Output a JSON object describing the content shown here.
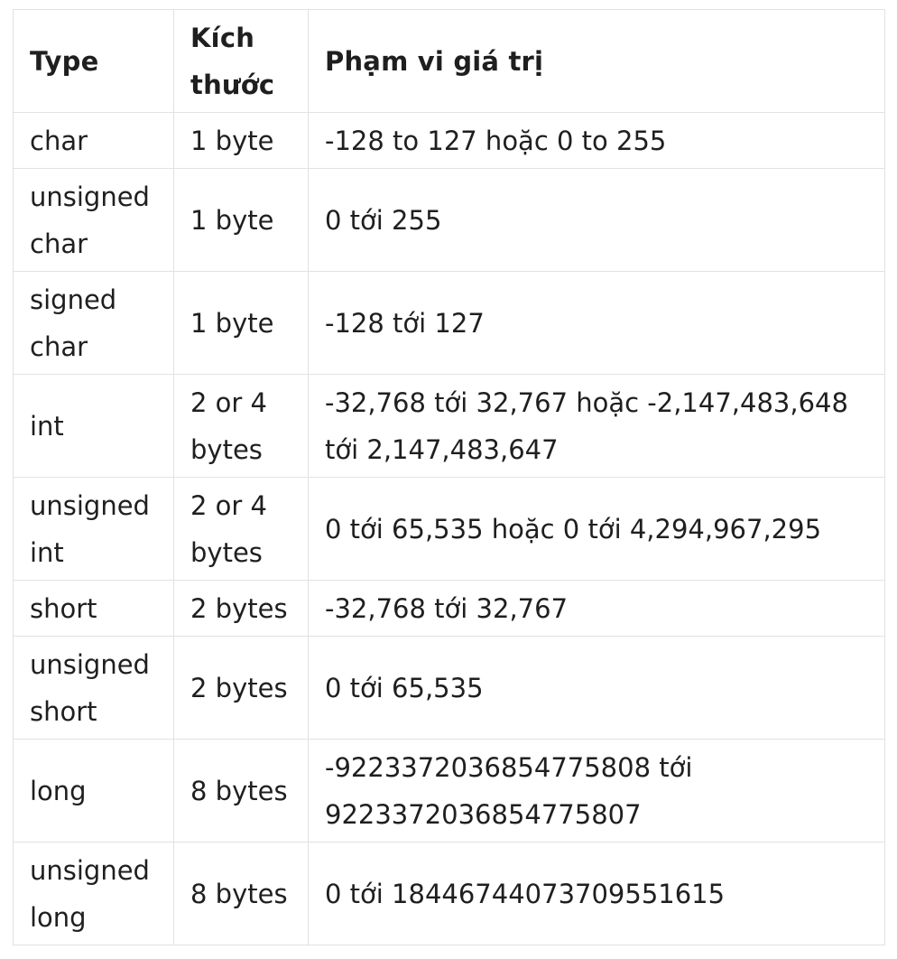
{
  "table": {
    "headers": [
      "Type",
      "Kích thước",
      "Phạm vi giá trị"
    ],
    "rows": [
      [
        "char",
        "1 byte",
        "-128 to 127 hoặc 0 to 255"
      ],
      [
        "unsigned char",
        "1 byte",
        "0 tới 255"
      ],
      [
        "signed char",
        "1 byte",
        "-128 tới 127"
      ],
      [
        "int",
        "2 or 4 bytes",
        "-32,768 tới 32,767 hoặc -2,147,483,648 tới 2,147,483,647"
      ],
      [
        "unsigned int",
        "2 or 4 bytes",
        "0 tới 65,535 hoặc 0 tới 4,294,967,295"
      ],
      [
        "short",
        "2 bytes",
        "-32,768 tới 32,767"
      ],
      [
        "unsigned short",
        "2 bytes",
        "0 tới 65,535"
      ],
      [
        "long",
        "8 bytes",
        "-9223372036854775808 tới 9223372036854775807"
      ],
      [
        "unsigned long",
        "8 bytes",
        "0 tới 18446744073709551615"
      ]
    ]
  }
}
